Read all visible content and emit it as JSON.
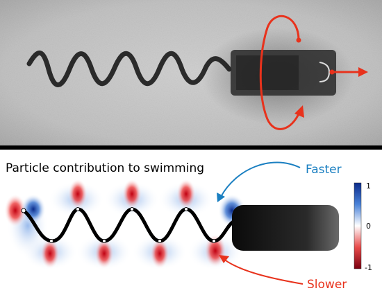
{
  "figure": {
    "top_panel": {
      "description_icons": [
        "rotation-arrow-icon",
        "thrust-arrow-icon"
      ]
    },
    "bottom_panel": {
      "title": "Particle contribution to swimming",
      "annotation_faster": "Faster",
      "annotation_slower": "Slower",
      "colorbar": {
        "ticks": [
          "1",
          "0",
          "-1"
        ],
        "colors": {
          "positive": "#0a2a8a",
          "neutral": "#ffffff",
          "negative": "#7a0010"
        }
      },
      "colors": {
        "faster": "#1a7fc1",
        "slower": "#e8321c",
        "helix": "#000000",
        "head": "#111111"
      }
    }
  }
}
